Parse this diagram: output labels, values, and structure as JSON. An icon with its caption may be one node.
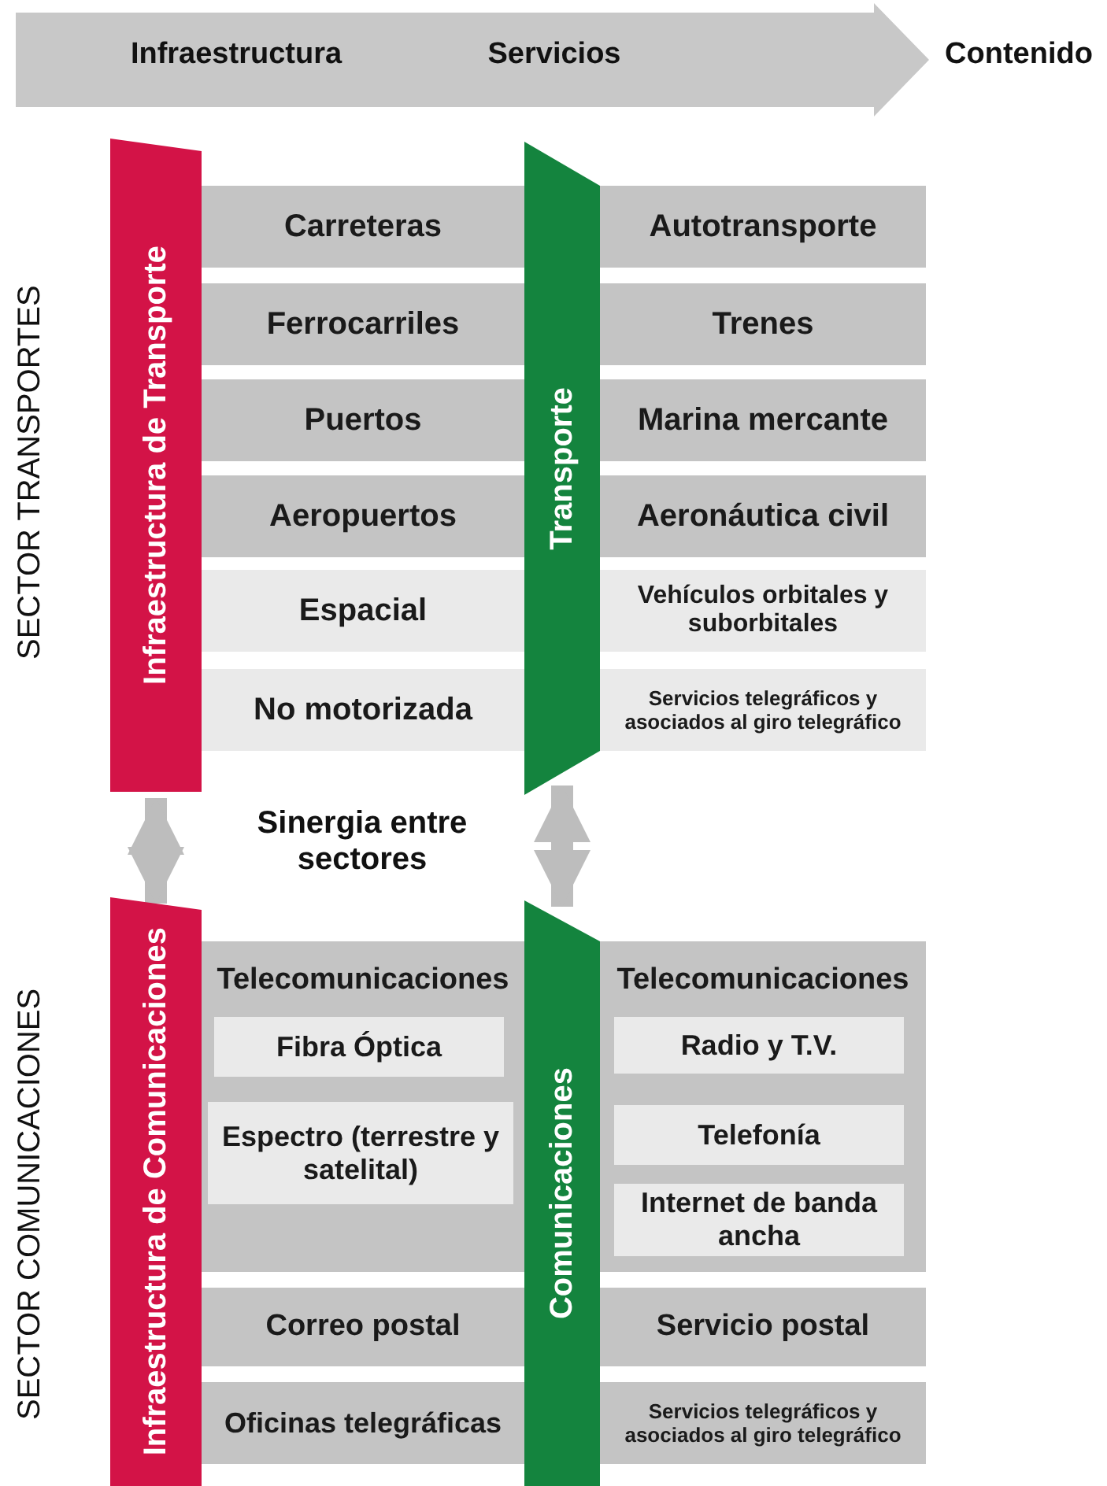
{
  "diagram": {
    "nodes": [
      {
        "text": [
          "Infraestructura de Transporte"
        ]
      },
      {
        "text": [
          "Transporte"
        ]
      },
      {
        "text": [
          "Carreteras"
        ]
      },
      {
        "text": [
          "Ferrocarriles"
        ]
      },
      {
        "text": [
          "Puertos"
        ]
      },
      {
        "text": [
          "Aeropuertos"
        ]
      },
      {
        "text": [
          "Espacial"
        ]
      },
      {
        "text": [
          "No motorizada"
        ]
      },
      {
        "text": [
          "Autotransporte"
        ]
      },
      {
        "text": [
          "Trenes"
        ]
      },
      {
        "text": [
          "Marina mercante"
        ]
      },
      {
        "text": [
          "Aeronáutica civil"
        ]
      },
      {
        "text": [
          "Vehículos orbitales y suborbitales"
        ]
      },
      {
        "text": [
          "Servicios telegráficos y asociados al giro telegráfico"
        ]
      },
      {
        "text": [
          "Infraestructura de Comunicaciones"
        ]
      },
      {
        "text": [
          "Comunicaciones"
        ]
      },
      {
        "text": [
          "Telecomunicaciones"
        ]
      },
      {
        "text": [
          "Fibra Óptica"
        ],
        "in": 16
      },
      {
        "text": [
          "Espectro (terrestre y satelital)"
        ],
        "in": 16
      },
      {
        "text": [
          "Correo postal"
        ]
      },
      {
        "text": [
          "Oficinas telegráficas"
        ]
      },
      {
        "text": [
          "Telecomunicaciones"
        ]
      },
      {
        "text": [
          "Radio y T.V."
        ],
        "in": 21
      },
      {
        "text": [
          "Telefonía"
        ],
        "in": 21
      },
      {
        "text": [
          "Internet de banda ancha"
        ],
        "in": 21
      },
      {
        "text": [
          "Servicio postal"
        ]
      },
      {
        "text": [
          "Servicios telegráficos y asociados al giro telegráfico"
        ]
      }
    ],
    "edges": [
      {
        "from": 0,
        "to": 14,
        "arrow": "both"
      },
      {
        "from": 1,
        "to": 15,
        "arrow": "both"
      }
    ],
    "labels": [
      "Infraestructura",
      "Servicios",
      "Contenido",
      "SECTOR TRANSPORTES",
      "Sinergia entre sectores",
      "SECTOR COMUNICACIONES"
    ]
  }
}
